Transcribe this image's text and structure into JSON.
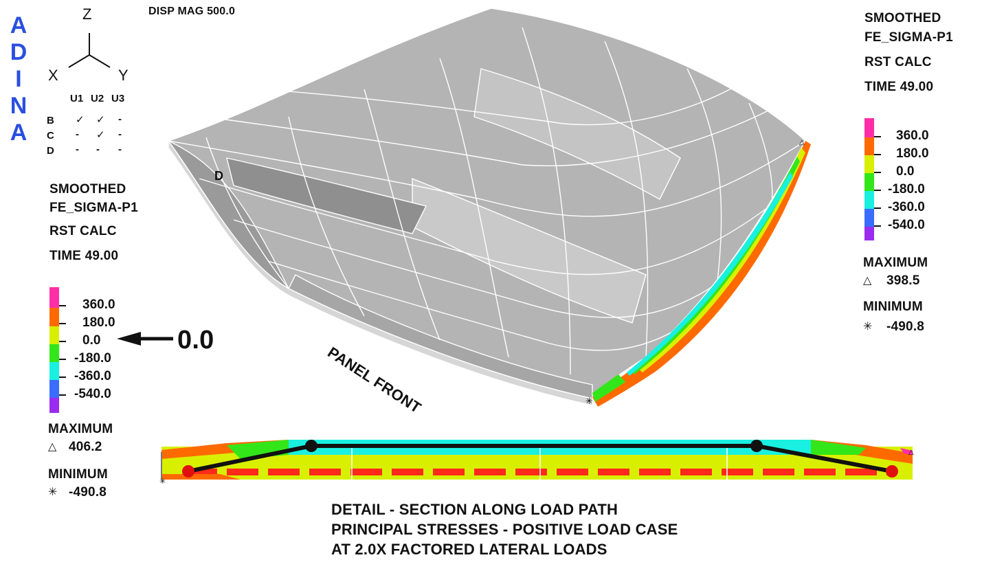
{
  "logo": {
    "letters": [
      "A",
      "D",
      "I",
      "N",
      "A"
    ],
    "color": "#2a4fe0"
  },
  "disp_mag": "DISP MAG 500.0",
  "axes": {
    "z": "Z",
    "x": "X",
    "y": "Y"
  },
  "bc_table": {
    "headers": [
      "U1",
      "U2",
      "U3"
    ],
    "rows": [
      {
        "label": "B",
        "cells": [
          "✓",
          "✓",
          "-"
        ]
      },
      {
        "label": "C",
        "cells": [
          "-",
          "✓",
          "-"
        ]
      },
      {
        "label": "D",
        "cells": [
          "-",
          "-",
          "-"
        ]
      }
    ]
  },
  "corner_label": "D",
  "left_legend": {
    "line1": "SMOOTHED",
    "line2": "FE_SIGMA-P1",
    "line3": "RST CALC",
    "line4": "TIME 49.00",
    "values": [
      "360.0",
      "180.0",
      "0.0",
      "-180.0",
      "-360.0",
      "-540.0"
    ],
    "maximum_label": "MAXIMUM",
    "maximum_value": "406.2",
    "minimum_label": "MINIMUM",
    "minimum_value": "-490.8",
    "zero_callout": "0.0"
  },
  "right_legend": {
    "line1": "SMOOTHED",
    "line2": "FE_SIGMA-P1",
    "line3": "RST CALC",
    "line4": "TIME 49.00",
    "values": [
      "360.0",
      "180.0",
      "0.0",
      "-180.0",
      "-360.0",
      "-540.0"
    ],
    "maximum_label": "MAXIMUM",
    "maximum_value": "398.5",
    "minimum_label": "MINIMUM",
    "minimum_value": "-490.8"
  },
  "colors": {
    "band_magenta": "#ff2ea6",
    "band_orange": "#ff6a00",
    "band_yellow": "#d8f000",
    "band_green": "#33e61a",
    "band_cyan": "#19f0e0",
    "band_blue": "#3a6cff",
    "band_violet": "#9a2cf0",
    "panel_gray": "#b9b9b9"
  },
  "panel_label": "PANEL FRONT",
  "caption": {
    "line1": "DETAIL - SECTION ALONG LOAD PATH",
    "line2": "PRINCIPAL STRESSES - POSITIVE LOAD CASE",
    "line3": "AT 2.0X FACTORED LATERAL LOADS"
  },
  "symbols": {
    "max_marker": "△",
    "min_marker": "✳"
  }
}
